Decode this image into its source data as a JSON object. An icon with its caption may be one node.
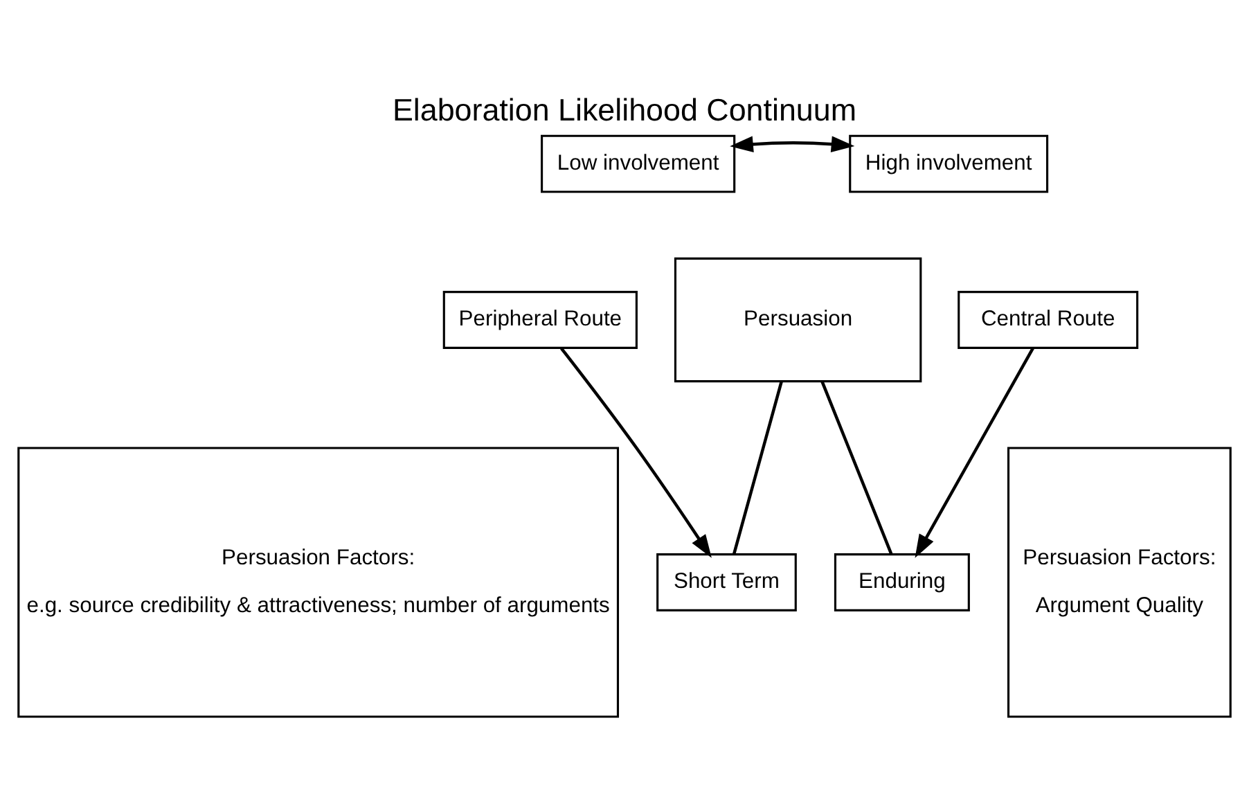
{
  "diagram": {
    "title": "Elaboration Likelihood Continuum",
    "nodes": [
      {
        "text": [
          "Low involvement"
        ]
      },
      {
        "text": [
          "High involvement"
        ]
      },
      {
        "text": [
          "Peripheral Route"
        ]
      },
      {
        "text": [
          "Persuasion"
        ]
      },
      {
        "text": [
          "Central Route"
        ]
      },
      {
        "text": [
          "Persuasion Factors:",
          "e.g. source credibility & attractiveness; number of arguments"
        ]
      },
      {
        "text": [
          "Short Term"
        ]
      },
      {
        "text": [
          "Enduring"
        ]
      },
      {
        "text": [
          "Persuasion Factors:",
          "Argument Quality"
        ]
      }
    ],
    "edges": [
      {
        "from": 0,
        "to": 1,
        "arrow": "both"
      },
      {
        "from": 3,
        "to": 6,
        "arrow": "none"
      },
      {
        "from": 3,
        "to": 7,
        "arrow": "none"
      },
      {
        "from": 2,
        "to": 6,
        "arrow": "to"
      },
      {
        "from": 4,
        "to": 7,
        "arrow": "to"
      }
    ]
  }
}
